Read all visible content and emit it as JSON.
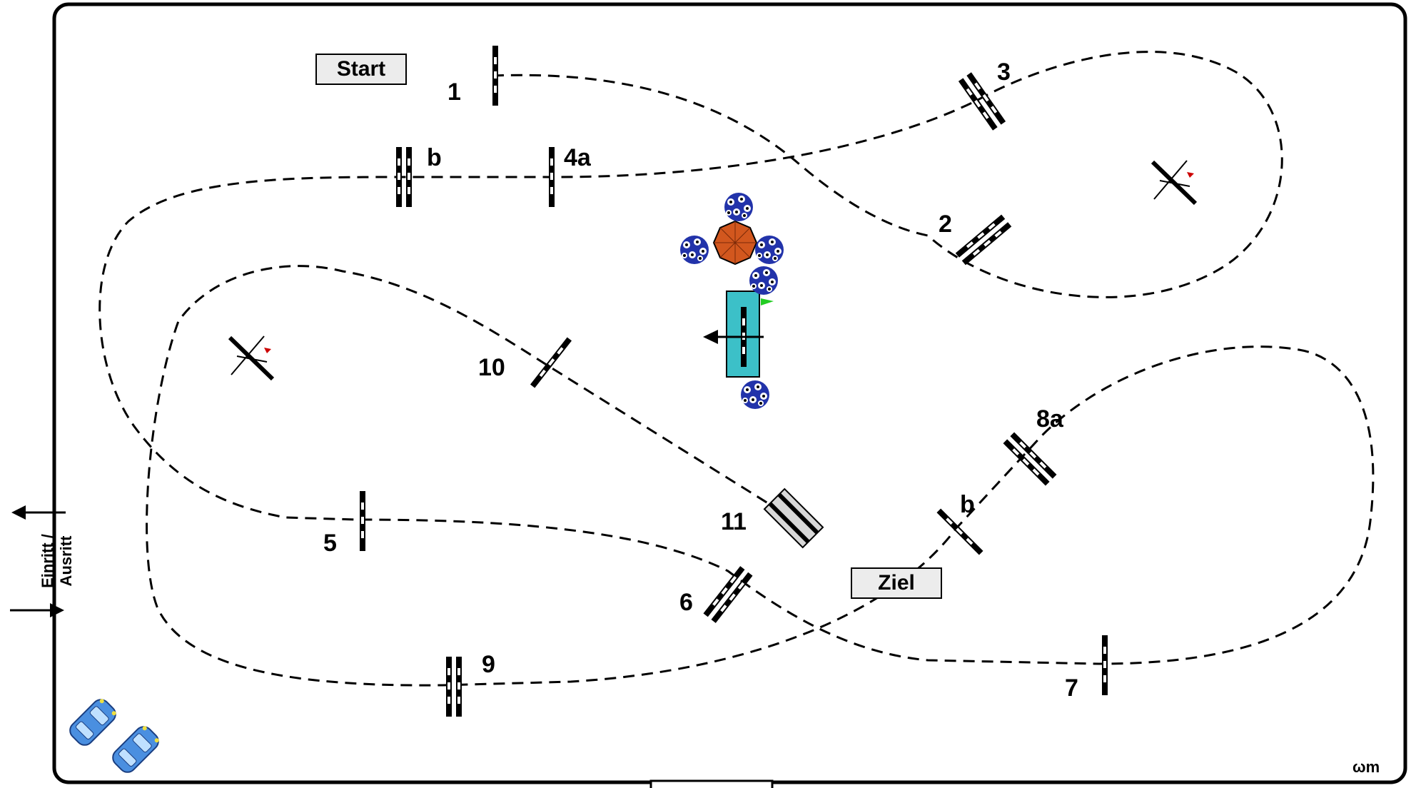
{
  "start_label": "Start",
  "finish_label": "Ziel",
  "entry_label_line1": "Einritt /",
  "entry_label_line2": "Ausritt",
  "signature": "ωm",
  "gates": [
    {
      "id": "g1",
      "label": "1"
    },
    {
      "id": "g2",
      "label": "2"
    },
    {
      "id": "g3",
      "label": "3"
    },
    {
      "id": "g4a",
      "label": "4a"
    },
    {
      "id": "g4b",
      "label": "b"
    },
    {
      "id": "g5",
      "label": "5"
    },
    {
      "id": "g6",
      "label": "6"
    },
    {
      "id": "g7",
      "label": "7"
    },
    {
      "id": "g8a",
      "label": "8a"
    },
    {
      "id": "g8b",
      "label": "b"
    },
    {
      "id": "g9",
      "label": "9"
    },
    {
      "id": "g10",
      "label": "10"
    },
    {
      "id": "g11",
      "label": "11"
    }
  ],
  "colors": {
    "arena_border": "#000000",
    "course_line": "#000000",
    "water_box": "#3cc0c8",
    "umbrella": "#d2571e",
    "flowers": "#2233aa",
    "flag_green": "#22cc22",
    "flag_red": "#cc0000",
    "bridge_gray": "#d8d8d8",
    "car_blue": "#4a8fe0"
  },
  "icons": [
    "umbrella-icon",
    "flower-pot-icon",
    "car-icon",
    "flag-icon",
    "arrow-icon"
  ]
}
